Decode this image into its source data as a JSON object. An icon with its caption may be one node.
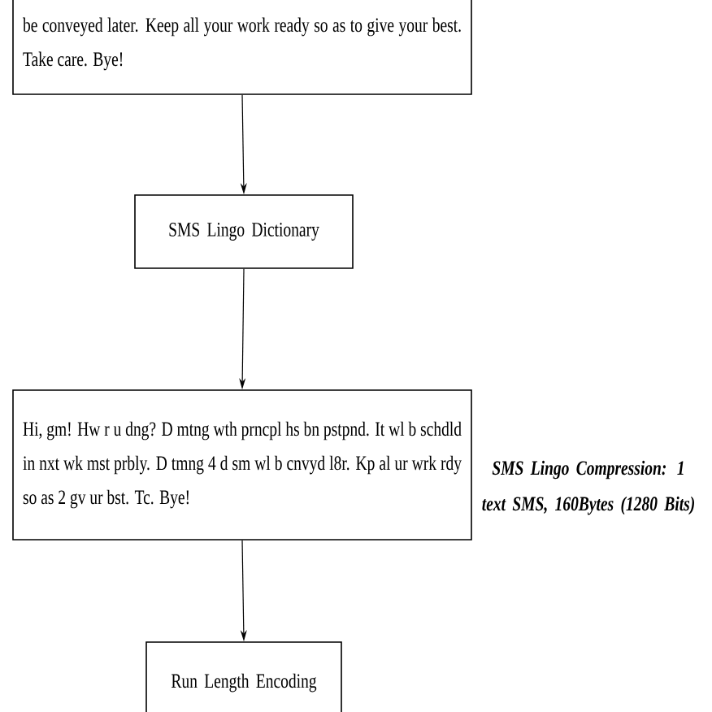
{
  "diagram": {
    "nodes": [
      {
        "text": [
          "be conveyed later. Keep all your work ready so as to give your best. Take care. Bye!"
        ]
      },
      {
        "text": [
          "SMS Lingo Dictionary"
        ]
      },
      {
        "text": [
          "Hi, gm! Hw r u dng? D mtng wth prncpl hs bn pstpnd. It wl b schdld in nxt wk mst prbly. D tmng 4 d sm wl b cnvyd l8r. Kp al ur wrk rdy so as 2 gv ur bst. Tc. Bye!"
        ],
        "beside": [
          "SMS Lingo Compression: 1 text SMS, 160Bytes (1280 Bits)"
        ]
      },
      {
        "text": [
          "Run Length Encoding"
        ]
      }
    ],
    "edges": [
      {
        "from": 0,
        "to": 1,
        "arrow": "to"
      },
      {
        "from": 1,
        "to": 2,
        "arrow": "to"
      },
      {
        "from": 2,
        "to": 3,
        "arrow": "to"
      }
    ]
  }
}
